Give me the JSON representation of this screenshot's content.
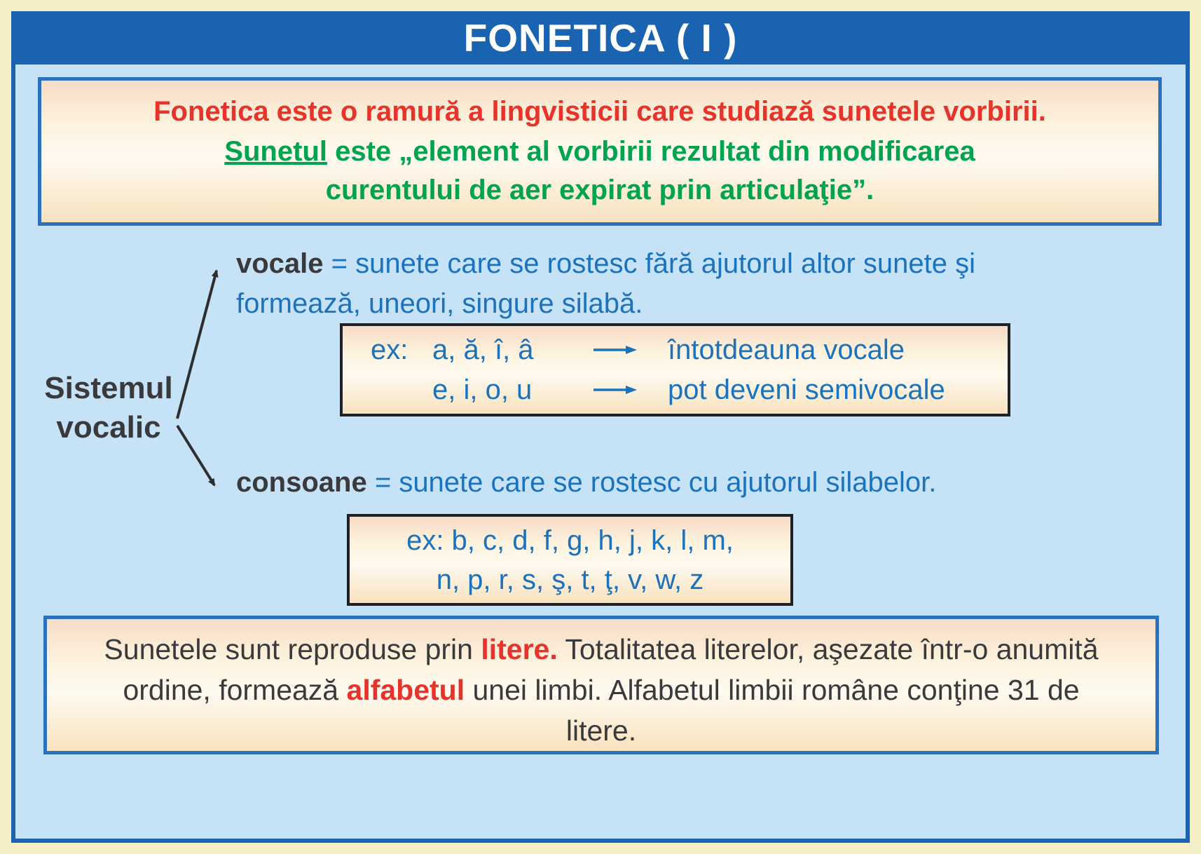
{
  "header": {
    "title": "FONETICA ( I )"
  },
  "intro": {
    "line1": "Fonetica este o ramură a lingvisticii care studiază sunetele vorbirii.",
    "sunetul": "Sunetul",
    "line2_rest": " este „element al vorbirii rezultat din modificarea",
    "line3": "curentului de aer expirat prin articulaţie”."
  },
  "system_label": {
    "line1": "Sistemul",
    "line2": "vocalic"
  },
  "vocale": {
    "term": "vocale",
    "sep": " = ",
    "definition": "sunete care se rostesc fără ajutorul altor sunete şi formează, uneori, singure silabă."
  },
  "vocale_examples": {
    "prefix": "ex:",
    "row1_letters": "a, ă, î, â",
    "row1_result": "întotdeauna vocale",
    "row2_letters": "e, i, o, u",
    "row2_result": "pot deveni semivocale"
  },
  "consoane": {
    "term": "consoane",
    "sep": " = ",
    "definition": "sunete care se rostesc cu ajutorul silabelor."
  },
  "consoane_examples": {
    "line1": "ex: b, c, d, f, g, h, j, k, l, m,",
    "line2": "n, p, r, s, ş, t, ţ, v, w, z"
  },
  "footer": {
    "seg1": "Sunetele sunt reproduse prin ",
    "seg2": "litere.",
    "seg3": " Totalitatea literelor, aşezate într-o anumită ordine, formează ",
    "seg4": "alfabetul",
    "seg5": " unei limbi. Alfabetul limbii române conţine 31 de litere."
  },
  "colors": {
    "frame_blue": "#1a63b0",
    "outer_yellow": "#f3eec6",
    "content_light_blue": "#c6e2f7",
    "box_cream": "#fdf2dd",
    "accent_red": "#e8332a",
    "accent_green": "#00a44f",
    "text_blue": "#1b72bd",
    "text_dark": "#3a3a3c"
  }
}
